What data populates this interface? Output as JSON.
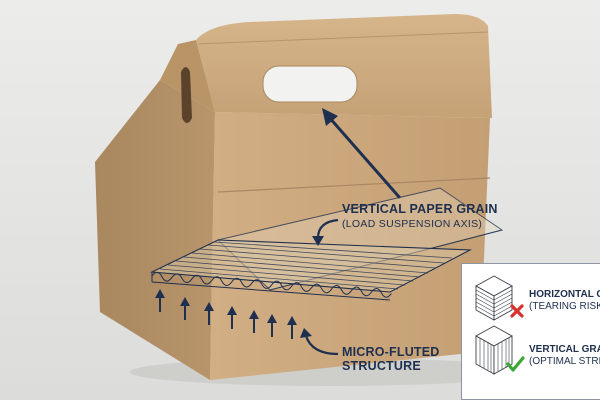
{
  "callouts": {
    "grain_title": "VERTICAL PAPER GRAIN",
    "grain_sub": "(LOAD SUSPENSION AXIS)",
    "flute_line1": "MICRO-FLUTED",
    "flute_line2": "STRUCTURE"
  },
  "legend": {
    "horizontal_title": "HORIZONTAL GR",
    "horizontal_sub": "(TEARING RISK)",
    "vertical_title": "VERTICAL GRAIN",
    "vertical_sub": "(OPTIMAL STREN"
  },
  "colors": {
    "background": "#e6e6e4",
    "cardboard": "#c9a57b",
    "ink": "#1e2f4f",
    "cross": "#d9302c",
    "check": "#3aa635"
  },
  "icons": [
    "arrow-up-icon",
    "curved-arrow-icon",
    "cross-icon",
    "check-icon"
  ]
}
